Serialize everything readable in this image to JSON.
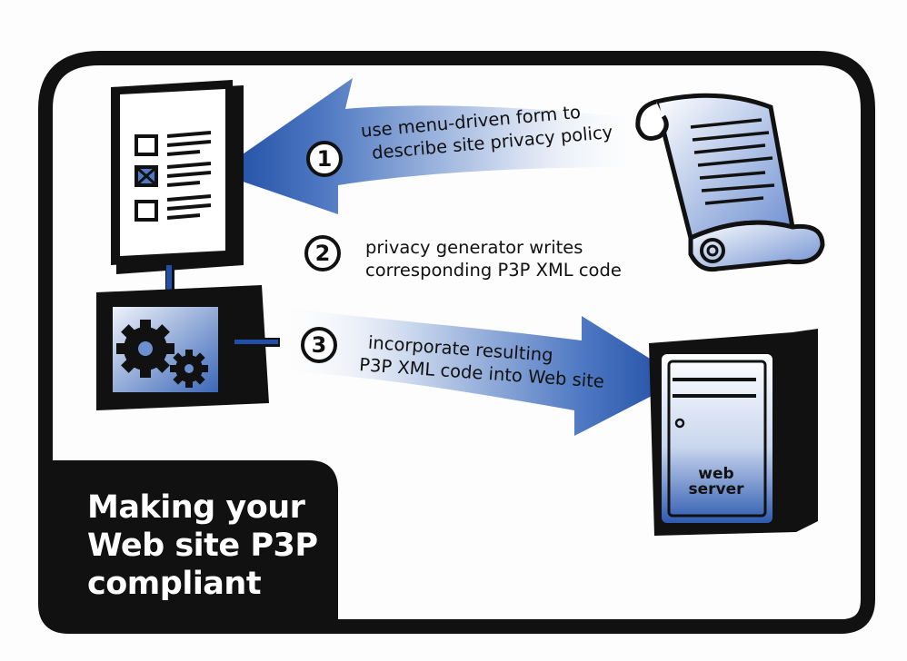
{
  "title": {
    "line1": "Making your",
    "line2": "Web site P3P",
    "line3": "compliant"
  },
  "steps": [
    {
      "number": "1",
      "line1": "use menu-driven form to",
      "line2": "describe site privacy policy"
    },
    {
      "number": "2",
      "line1": "privacy generator writes",
      "line2": "corresponding P3P XML code"
    },
    {
      "number": "3",
      "line1": "incorporate resulting",
      "line2": "P3P XML code into Web site"
    }
  ],
  "server": {
    "line1": "web",
    "line2": "server"
  },
  "colors": {
    "frame": "#111111",
    "accent_blue": "#1f4fa8",
    "light_blue": "#b9cbe8",
    "background": "#fdfdfd"
  },
  "icons": [
    "form-checklist-icon",
    "scroll-document-icon",
    "generator-gears-icon",
    "web-server-icon"
  ]
}
